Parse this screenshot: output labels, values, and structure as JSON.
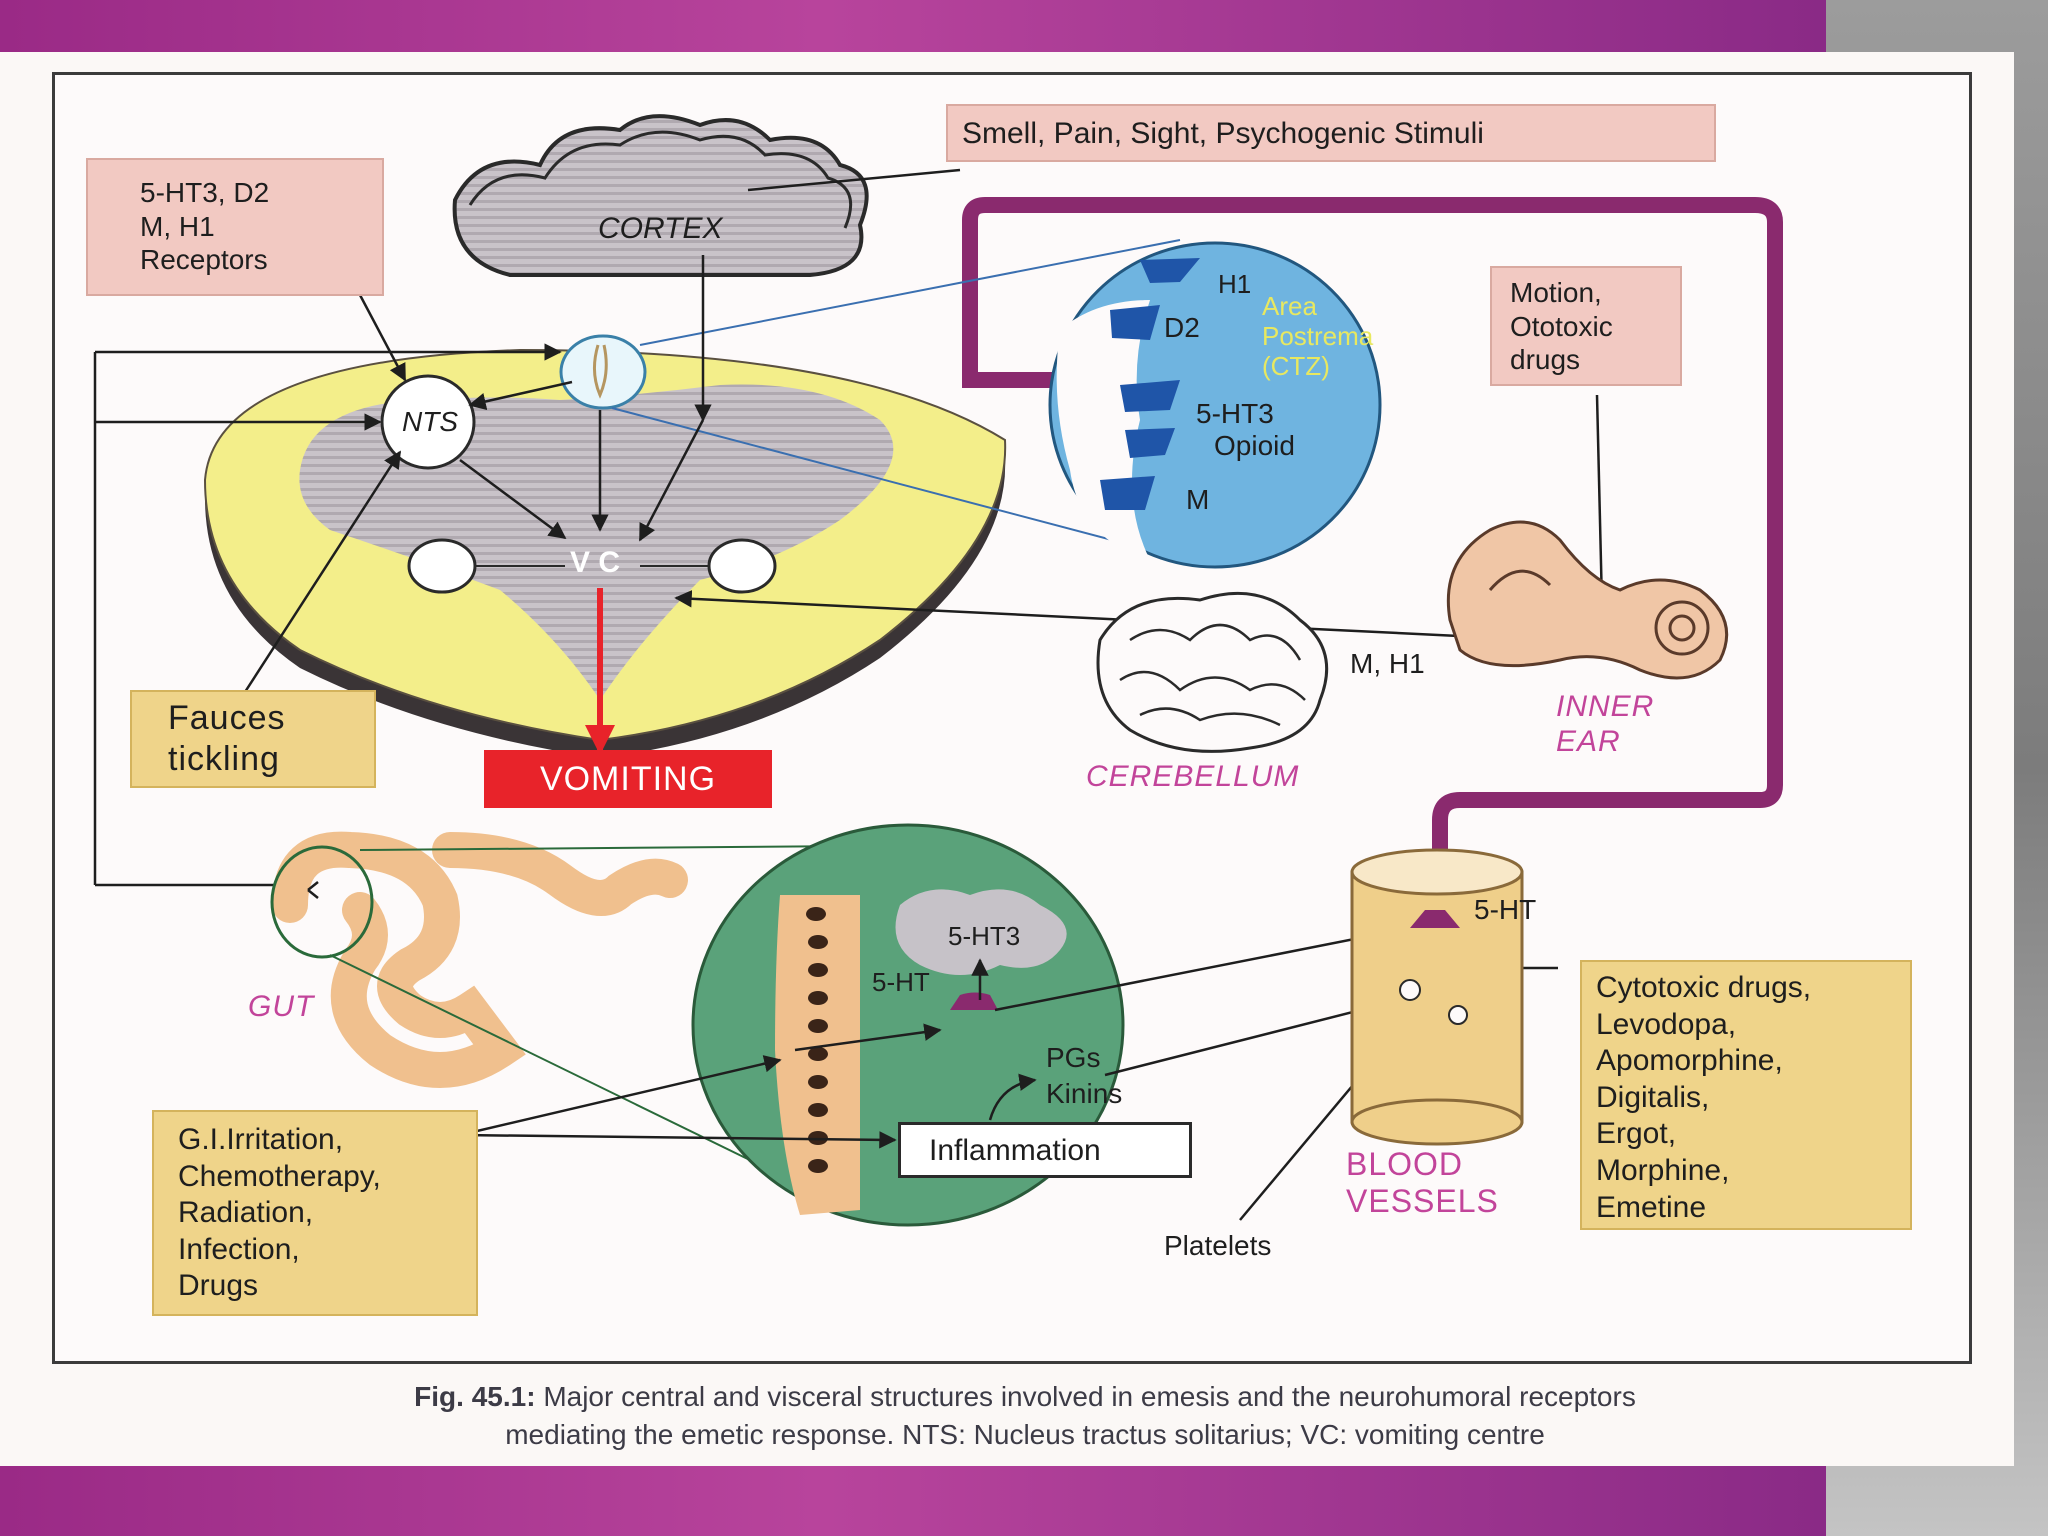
{
  "figure": {
    "stimuli_top": "Smell, Pain, Sight, Psychogenic Stimuli",
    "receptors_box": [
      "5-HT3, D2",
      "M, H1",
      "Receptors"
    ],
    "cortex": "CORTEX",
    "nts": "NTS",
    "vc": "V C",
    "vomiting": "VOMITING",
    "fauces": [
      "Fauces",
      "tickling"
    ],
    "ctz": {
      "h1": "H1",
      "d2": "D2",
      "area_name": [
        "Area",
        "Postrema",
        "(CTZ)"
      ],
      "ht3": "5-HT3",
      "opioid": "Opioid",
      "m": "M"
    },
    "motion_box": [
      "Motion,",
      "Ototoxic",
      "drugs"
    ],
    "cerebellum_receptors": "M, H1",
    "cerebellum": "CEREBELLUM",
    "inner_ear": [
      "INNER",
      "EAR"
    ],
    "gut": "GUT",
    "gut_detail": {
      "ht3": "5-HT3",
      "ht": "5-HT",
      "pgs": "PGs",
      "kinins": "Kinins",
      "inflammation": "Inflammation"
    },
    "blood_5ht": "5-HT",
    "blood_vessels": [
      "BLOOD",
      "VESSELS"
    ],
    "platelets": "Platelets",
    "gi_box": [
      "G.I.Irritation,",
      "Chemotherapy,",
      "Radiation,",
      "Infection,",
      "Drugs"
    ],
    "cytotoxic_box": [
      "Cytotoxic drugs,",
      "Levodopa,",
      "Apomorphine,",
      "Digitalis,",
      "Ergot,",
      "Morphine,",
      "Emetine"
    ]
  },
  "caption": {
    "fig_label": "Fig. 45.1:",
    "line1": "Major central and visceral structures involved in emesis and the neurohumoral receptors",
    "line2": "mediating the emetic response. NTS: Nucleus tractus solitarius; VC: vomiting centre"
  },
  "colors": {
    "purple_band": "#9a2a86",
    "magenta_label": "#c2449a",
    "ctz_blue": "#6fb4e0",
    "gut_green": "#5aa27a",
    "medulla_yellow": "#f3ee8a",
    "vomiting_red": "#e8232a"
  }
}
